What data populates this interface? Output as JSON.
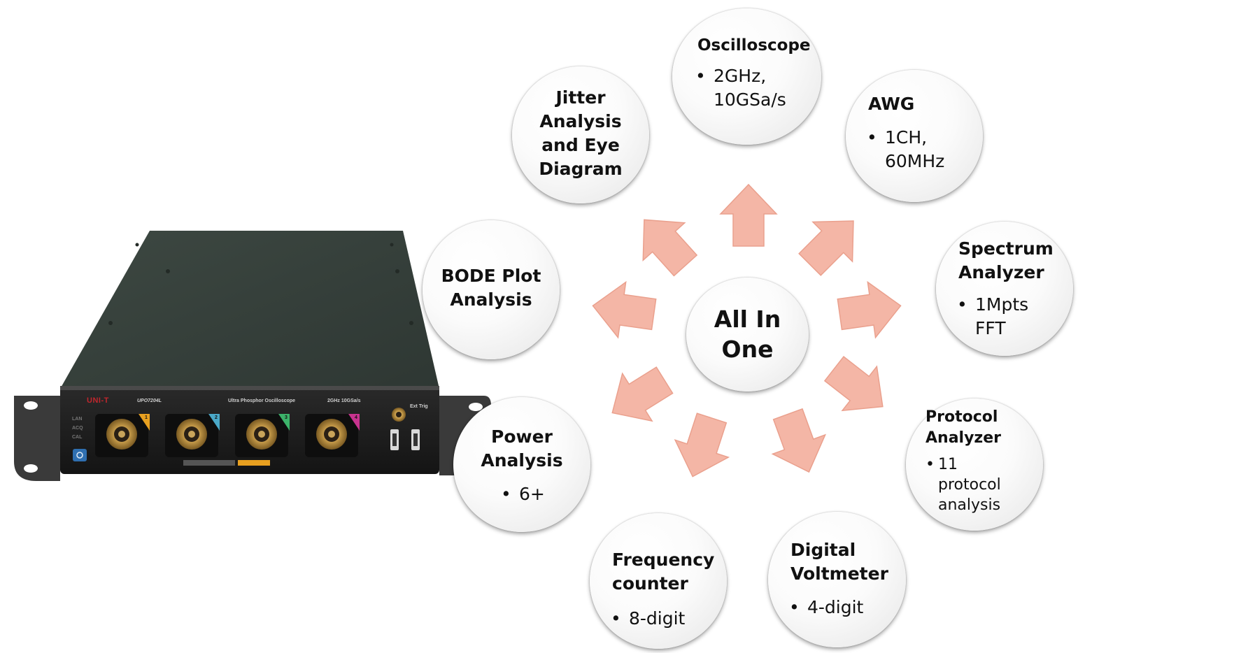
{
  "colors": {
    "arrow_fill": "#f4b6a6",
    "arrow_stroke": "#eaa08d",
    "device_body": "#36403b",
    "device_front": "#1c1c1c",
    "brand": "#c0262d",
    "ch1": "#e8a020",
    "ch2": "#4aa8c8",
    "ch3": "#3cb36a",
    "ch4": "#c8338f"
  },
  "device": {
    "brand": "UNI-T",
    "model": "UPO7204L",
    "product": "Ultra Phosphor Oscilloscope",
    "spec": "2GHz 10GSa/s",
    "ext_trig": "Ext Trig",
    "status_leds": [
      "LAN",
      "ACQ",
      "CAL"
    ],
    "channels": [
      "1",
      "2",
      "3",
      "4"
    ]
  },
  "center": {
    "label": "All In\nOne"
  },
  "features": {
    "oscilloscope": {
      "title": "Oscilloscope",
      "bullet": "2GHz,\n10GSa/s"
    },
    "awg": {
      "title": "AWG",
      "bullet": "1CH,\n60MHz"
    },
    "spectrum": {
      "title": "Spectrum\nAnalyzer",
      "bullet": "1Mpts\nFFT"
    },
    "protocol": {
      "title": "Protocol\nAnalyzer",
      "bullet": "11\nprotocol\nanalysis"
    },
    "dvm": {
      "title": "Digital\nVoltmeter",
      "bullet": "4-digit"
    },
    "frequency": {
      "title": "Frequency\ncounter",
      "bullet": "8-digit"
    },
    "power": {
      "title": "Power\nAnalysis",
      "bullet": "6+"
    },
    "bode": {
      "title": "BODE Plot\nAnalysis"
    },
    "jitter": {
      "title": "Jitter\nAnalysis\nand Eye\nDiagram"
    }
  }
}
